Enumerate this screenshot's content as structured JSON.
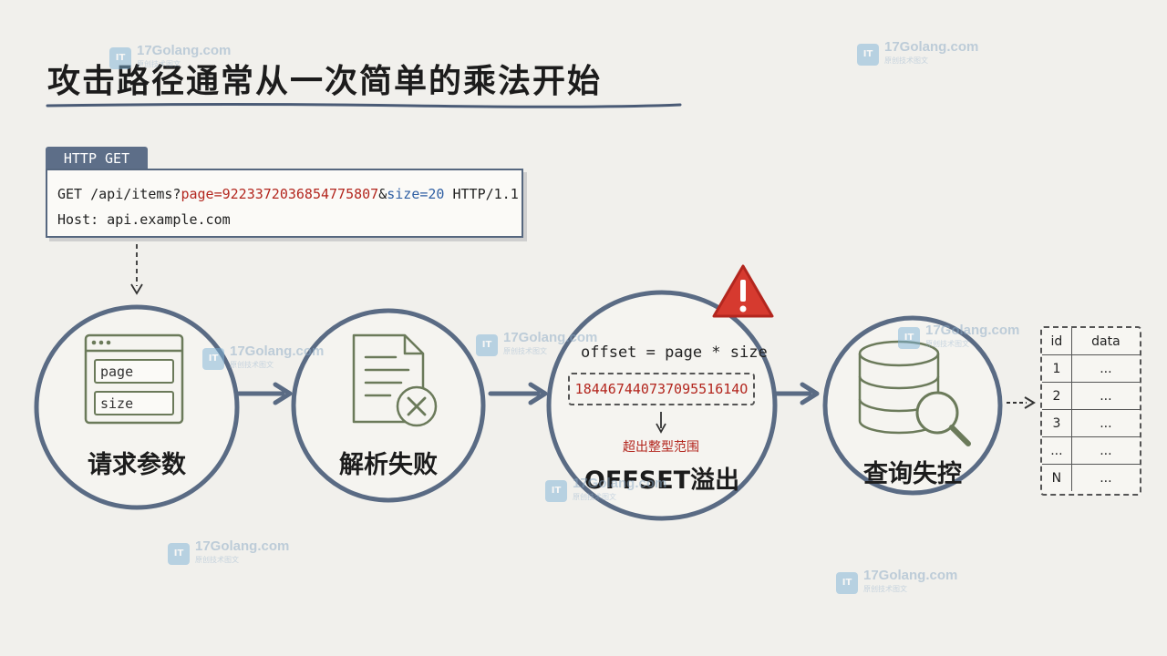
{
  "title": "攻击路径通常从一次简单的乘法开始",
  "http": {
    "tab_label": "HTTP GET",
    "line1_prefix": "GET /api/items?",
    "line1_page": "page=9223372036854775807",
    "line1_amp": "&",
    "line1_size": "size=20",
    "line1_suffix": " HTTP/1.1",
    "line2": "Host: api.example.com"
  },
  "stages": [
    {
      "label": "请求参数",
      "fields": [
        "page",
        "size"
      ]
    },
    {
      "label": "解析失败"
    },
    {
      "label": "OFFSET溢出",
      "formula": "offset = page * size",
      "overflow_value": "18446744073709551614O",
      "note": "超出整型范围"
    },
    {
      "label": "查询失控"
    }
  ],
  "table": {
    "headers": [
      "id",
      "data"
    ],
    "rows": [
      [
        "1",
        "..."
      ],
      [
        "2",
        "..."
      ],
      [
        "3",
        "..."
      ],
      [
        "...",
        "..."
      ],
      [
        "N",
        "..."
      ]
    ]
  },
  "watermark": {
    "site": "17Golang.com",
    "sub": "原创技术图文",
    "logo": "IT"
  },
  "colors": {
    "circle": "#5a6b84",
    "accent_red": "#b3261e",
    "warning": "#d63a2f",
    "icon": "#6b7a5a"
  }
}
